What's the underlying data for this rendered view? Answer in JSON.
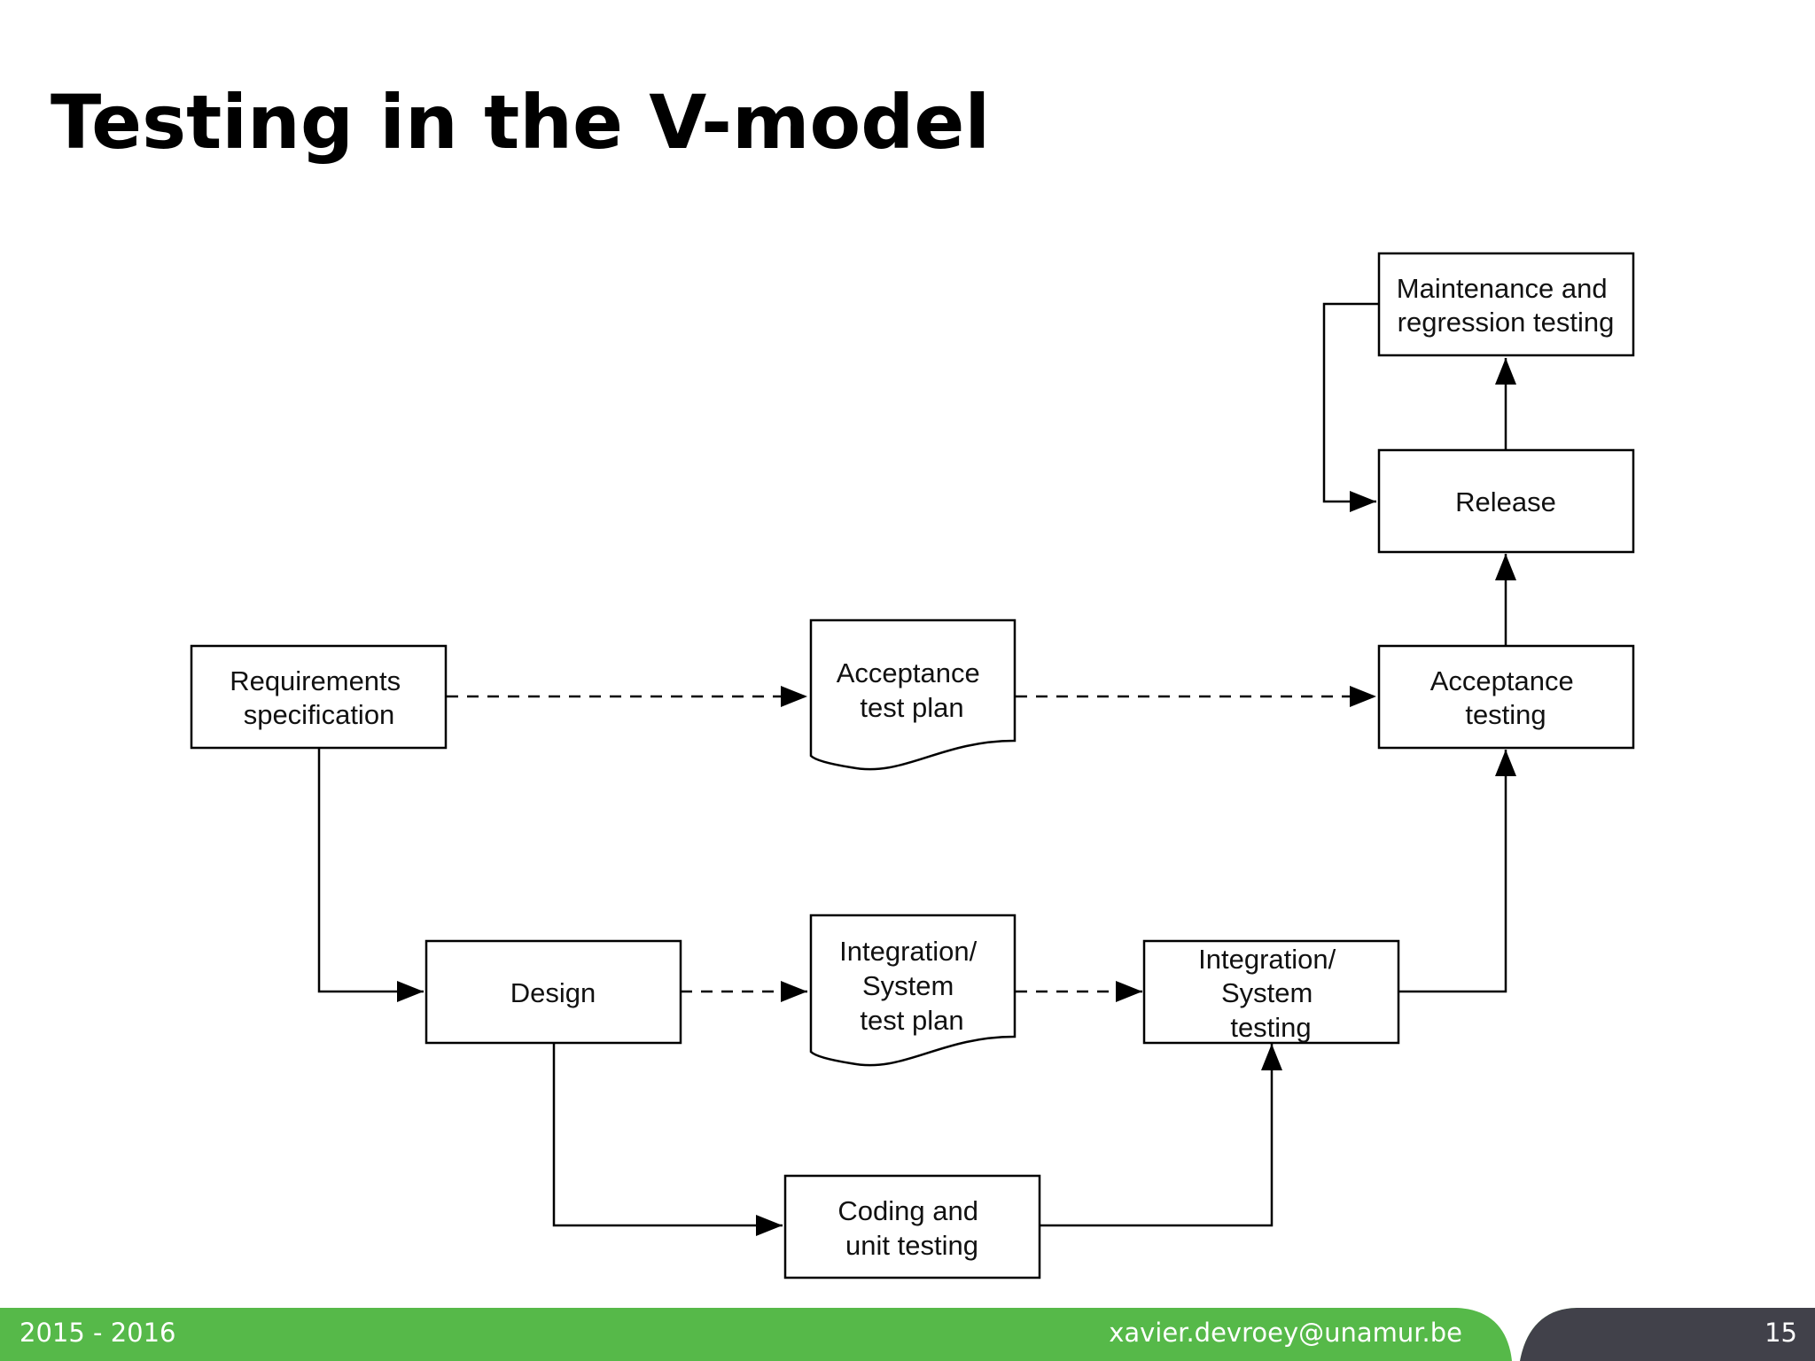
{
  "slide": {
    "title": "Testing in the V-model"
  },
  "diagram": {
    "nodes": {
      "maintenance": [
        "Maintenance and",
        "regression testing"
      ],
      "release": [
        "Release"
      ],
      "requirements": [
        "Requirements",
        "specification"
      ],
      "acceptance_plan": [
        "Acceptance",
        "test plan"
      ],
      "acceptance_testing": [
        "Acceptance",
        "testing"
      ],
      "design": [
        "Design"
      ],
      "integration_plan": [
        "Integration/",
        "System",
        "test plan"
      ],
      "integration_testing": [
        "Integration/",
        "System",
        "testing"
      ],
      "coding": [
        "Coding and",
        "unit testing"
      ]
    }
  },
  "footer": {
    "year": "2015 - 2016",
    "email": "xavier.devroey@unamur.be",
    "page": "15"
  },
  "colors": {
    "footer_green": "#56b949",
    "footer_dark": "#41414a",
    "line": "#000000"
  }
}
